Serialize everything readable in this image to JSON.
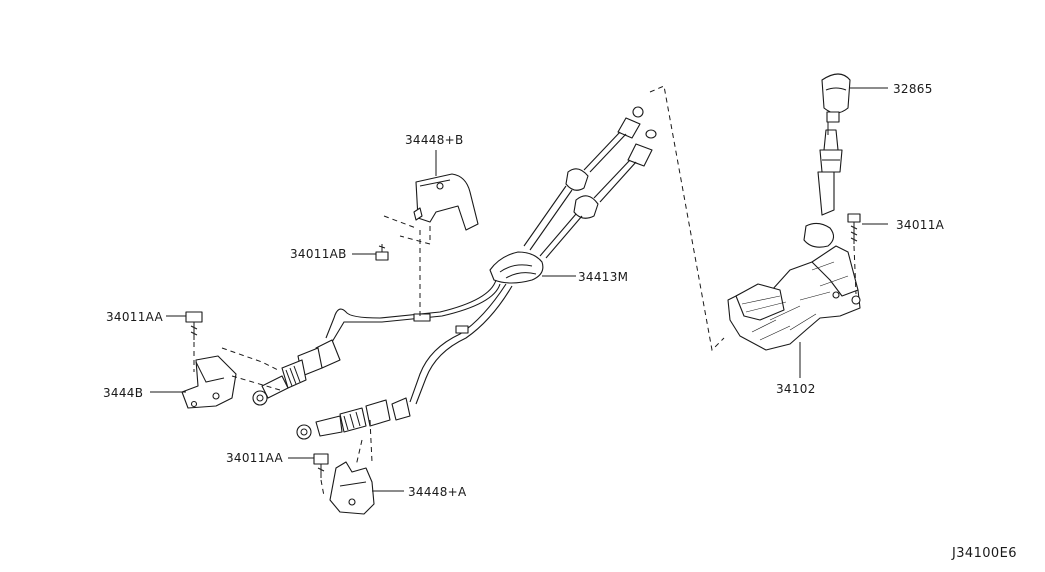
{
  "parts": {
    "shift_knob": "32865",
    "bolt_right": "34011A",
    "bracket_b": "34448+B",
    "bolt_ab": "34011AB",
    "grommet": "34413M",
    "bolt_aa_upper": "34011AA",
    "bracket_left": "3444B",
    "control_device": "34102",
    "bolt_aa_lower": "34011AA",
    "bracket_a": "34448+A"
  },
  "diagram_code": "J34100E6"
}
